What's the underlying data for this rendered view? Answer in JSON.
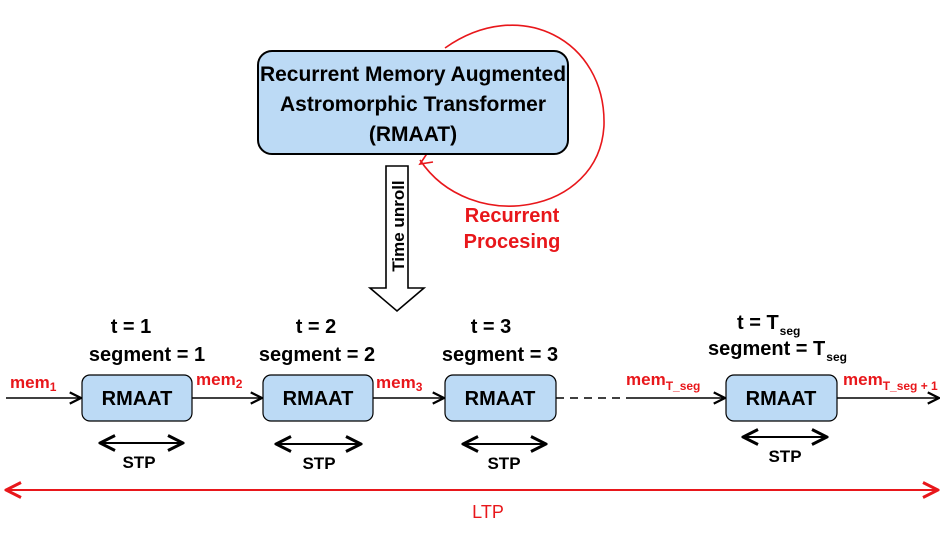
{
  "colors": {
    "box_fill": "#bcdaf5",
    "box_stroke": "#000000",
    "accent_red": "#e8171b",
    "text": "#000000"
  },
  "main_box": {
    "line1": "Recurrent Memory Augmented",
    "line2": "Astromorphic Transformer",
    "line3": "(RMAAT)"
  },
  "loop": {
    "label_line1": "Recurrent",
    "label_line2": "Procesing"
  },
  "unroll": {
    "label": "Time unroll",
    "icon": "down-arrow-icon"
  },
  "steps": [
    {
      "t_label": "t = 1",
      "seg_label": "segment = 1",
      "box_label": "RMAAT",
      "stp_label": "STP"
    },
    {
      "t_label": "t = 2",
      "seg_label": "segment = 2",
      "box_label": "RMAAT",
      "stp_label": "STP"
    },
    {
      "t_label": "t = 3",
      "seg_label": "segment = 3",
      "box_label": "RMAAT",
      "stp_label": "STP"
    },
    {
      "t_label": "t = T",
      "t_sub": "seg",
      "seg_label": "segment = T",
      "seg_sub": "seg",
      "box_label": "RMAAT",
      "stp_label": "STP"
    }
  ],
  "mem_labels": {
    "m1": {
      "base": "mem",
      "sub": "1"
    },
    "m2": {
      "base": "mem",
      "sub": "2"
    },
    "m3": {
      "base": "mem",
      "sub": "3"
    },
    "m4": {
      "base": "mem",
      "sub": "T_seg"
    },
    "m5": {
      "base": "mem",
      "sub": "T_seg + 1"
    }
  },
  "ltp": {
    "label": "LTP"
  }
}
